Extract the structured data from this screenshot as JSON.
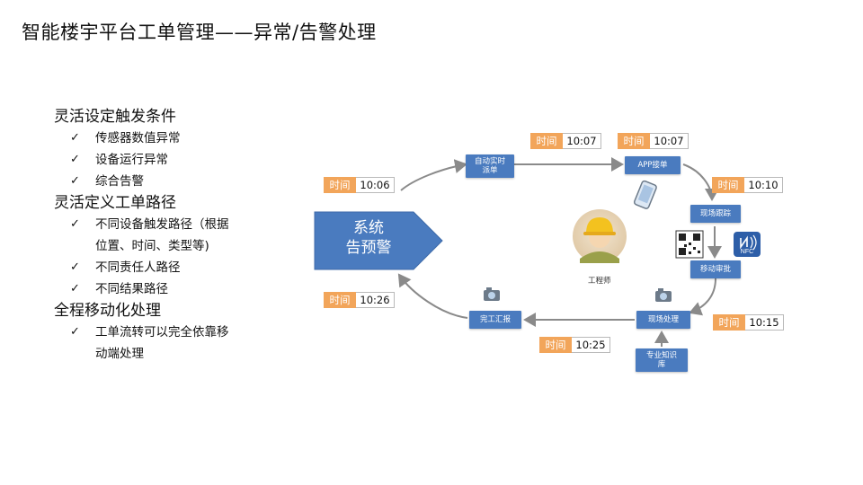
{
  "title": "智能楼宇平台工单管理——异常/告警处理",
  "sections": [
    {
      "title": "灵活设定触发条件",
      "items": [
        [
          "传感器数值异常"
        ],
        [
          "设备运行异常"
        ],
        [
          "综合告警"
        ]
      ]
    },
    {
      "title": "灵活定义工单路径",
      "items": [
        [
          "不同设备触发路径（根据",
          "位置、时间、类型等)"
        ],
        [
          "不同责任人路径"
        ],
        [
          "不同结果路径"
        ]
      ]
    },
    {
      "title": "全程移动化处理",
      "items": [
        [
          "工单流转可以完全依靠移",
          "动端处理"
        ]
      ]
    }
  ],
  "check_mark": "✓",
  "diagram": {
    "alarm": [
      "系统",
      "告预警"
    ],
    "boxes": {
      "auto_dispatch": [
        "自动实时",
        "派单"
      ],
      "app_accept": [
        "APP接单"
      ],
      "site_track": [
        "现场跟踪"
      ],
      "mobile_approve": [
        "移动审批"
      ],
      "site_handle": [
        "现场处理"
      ],
      "complete_report": [
        "完工汇报"
      ],
      "knowledge_base": [
        "专业知识",
        "库"
      ]
    },
    "time_label": "时间",
    "times": {
      "t1": "10:06",
      "t2": "10:07",
      "t3": "10:07",
      "t4": "10:10",
      "t5": "10:15",
      "t6": "10:25",
      "t7": "10:26"
    },
    "engineer": "工程师",
    "nfc": "NFC",
    "colors": {
      "box": "#4a7bbf",
      "alarm": "#4a7bbf",
      "time_label": "#f2a55a",
      "arrow": "#8a8a8a"
    }
  }
}
